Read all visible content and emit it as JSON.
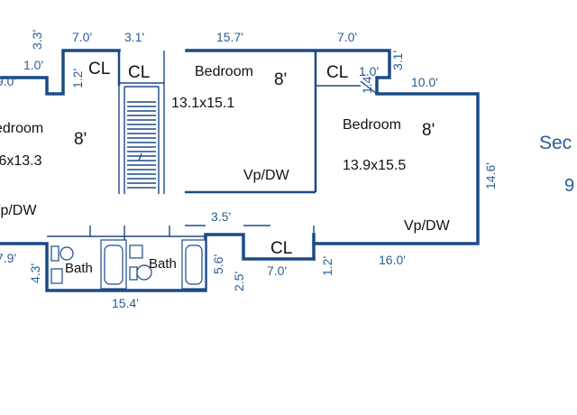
{
  "rooms": {
    "left_bedroom": {
      "name": "edroom",
      "ceiling": "8'",
      "size": ".6x13.3",
      "note": "/p/DW"
    },
    "center_bedroom": {
      "name": "Bedroom",
      "ceiling": "8'",
      "size": "13.1x15.1",
      "note": "Vp/DW"
    },
    "right_bedroom": {
      "name": "Bedroom",
      "ceiling": "8'",
      "size": "13.9x15.5",
      "note": "Vp/DW"
    },
    "bath_left": "Bath",
    "bath_right": "Bath"
  },
  "closets": {
    "cl_1": "CL",
    "cl_2": "CL",
    "cl_3": "CL",
    "cl_4": "CL"
  },
  "dimensions": {
    "d_3_3": "3.3'",
    "d_7_0_a": "7.0'",
    "d_3_1_a": "3.1'",
    "d_15_7": "15.7'",
    "d_7_0_b": "7.0'",
    "d_3_1_b": "3.1'",
    "d_1_0_a": "1.0'",
    "d_9_0": "9.0'",
    "d_1_2_a": "1.2'",
    "d_1_0_b": "1.0'",
    "d_1_4": "1.4'",
    "d_10_0": "10.0'",
    "d_14_6": "14.6'",
    "d_3_5": "3.5'",
    "d_7_9": "7.9'",
    "d_4_3": "4.3'",
    "d_5_6": "5.6'",
    "d_2_5": "2.5'",
    "d_7_0_c": "7.0'",
    "d_1_2_b": "1.2'",
    "d_16_0": "16.0'",
    "d_15_4": "15.4'"
  },
  "side_label": {
    "title": "Sec",
    "sub": "9"
  },
  "colors": {
    "wall": "#1b4a87",
    "dimension_text": "#2a5d95",
    "room_text": "#111111"
  }
}
